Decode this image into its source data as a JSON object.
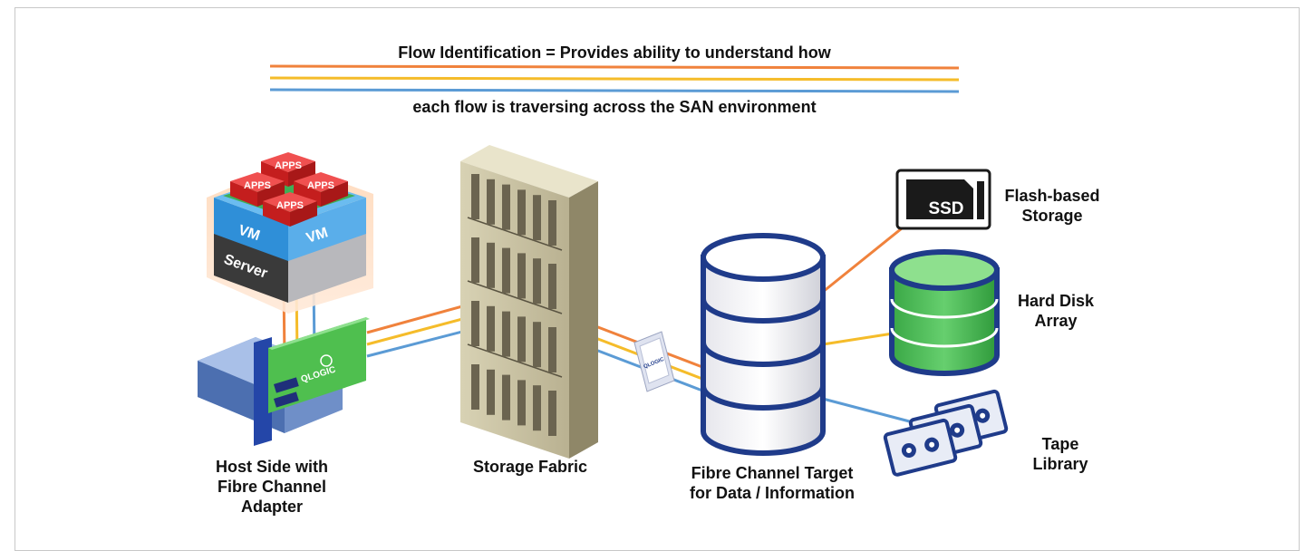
{
  "header": {
    "line1": "Flow Identification = Provides ability to understand how",
    "line2": "each flow is traversing across the SAN environment"
  },
  "icons": {
    "apps_badge": "APPS",
    "vm_badge": "VM",
    "server_badge": "Server",
    "hba_brand": "QLOGIC",
    "ssd_badge": "SSD"
  },
  "labels": {
    "host": "Host Side with\nFibre Channel\nAdapter",
    "fabric": "Storage Fabric",
    "target": "Fibre Channel Target\nfor Data / Information",
    "flash": "Flash-based\nStorage",
    "hdd": "Hard Disk\nArray",
    "tape": "Tape\nLibrary"
  },
  "colors": {
    "flow_orange": "#f0823c",
    "flow_yellow": "#f5bc2a",
    "flow_blue": "#5b9bd5",
    "apps_red": "#e02a2a",
    "vm_blue": "#2f8fd8",
    "hba_green": "#4fbf4f",
    "target_navy": "#1f3b8a",
    "hdd_green": "#3fb54a"
  }
}
